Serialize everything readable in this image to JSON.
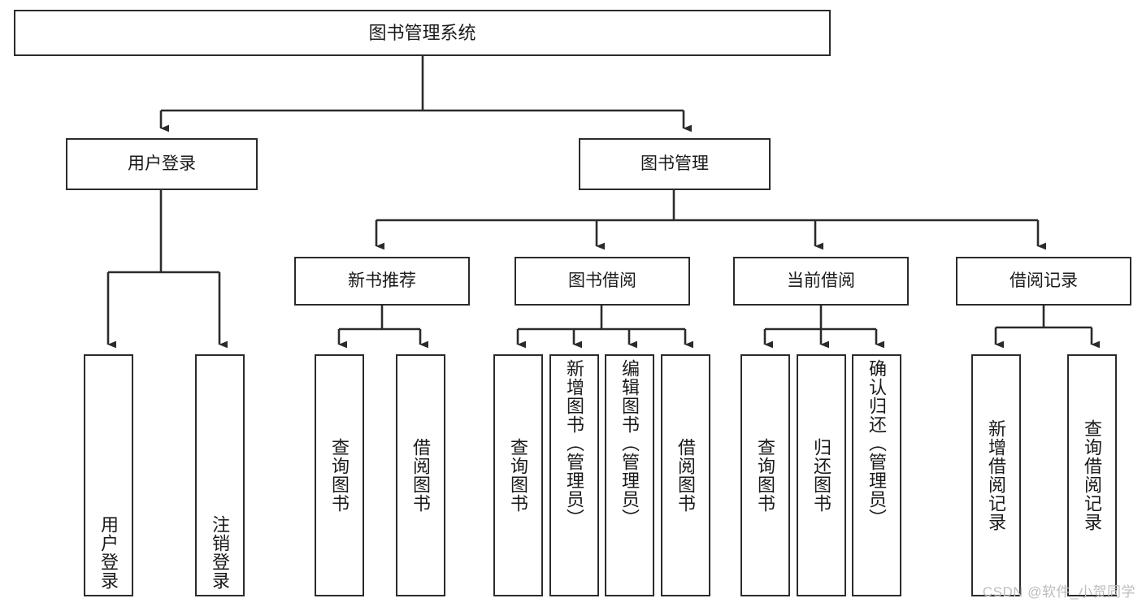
{
  "diagram": {
    "type": "tree",
    "title": "图书管理系统",
    "watermark": "CSDN @软件_小贺同学",
    "colors": {
      "border": "#2b2b2b",
      "background": "#ffffff",
      "text": "#1a1a1a",
      "edge": "#2b2b2b",
      "watermark": "#bdbdbd"
    },
    "root": {
      "label": "图书管理系统"
    },
    "level2": [
      {
        "label": "用户登录"
      },
      {
        "label": "图书管理"
      }
    ],
    "level3": [
      {
        "label": "新书推荐"
      },
      {
        "label": "图书借阅"
      },
      {
        "label": "当前借阅"
      },
      {
        "label": "借阅记录"
      }
    ],
    "leaves": {
      "user_login": [
        {
          "label": "用户登录"
        },
        {
          "label": "注销登录"
        }
      ],
      "new_book_recommendation": [
        {
          "label": "查询图书"
        },
        {
          "label": "借阅图书"
        }
      ],
      "book_borrow": [
        {
          "label": "查询图书"
        },
        {
          "label": "新增图书（管理员）"
        },
        {
          "label": "编辑图书（管理员）"
        },
        {
          "label": "借阅图书"
        }
      ],
      "current_borrow": [
        {
          "label": "查询图书"
        },
        {
          "label": "归还图书"
        },
        {
          "label": "确认归还（管理员）"
        }
      ],
      "borrow_record": [
        {
          "label": "新增借阅记录"
        },
        {
          "label": "查询借阅记录"
        }
      ]
    }
  }
}
